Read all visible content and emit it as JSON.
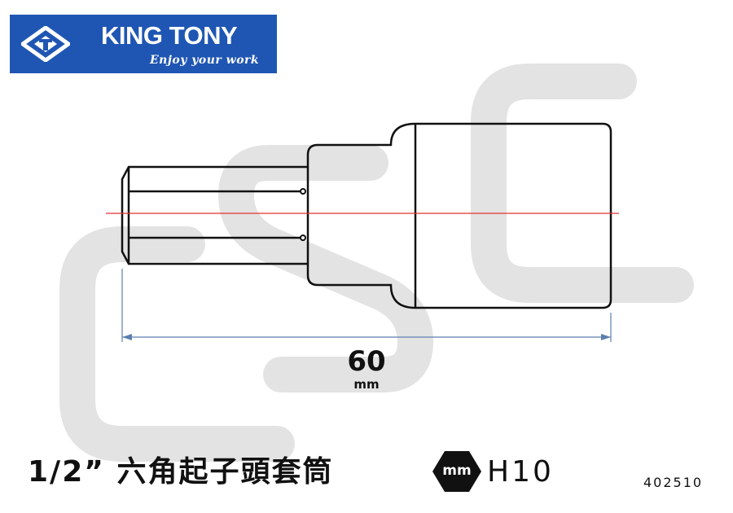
{
  "logo": {
    "brand": "KING TONY",
    "tagline": "Enjoy your work",
    "emblem_icon": "king-tony-emblem-icon",
    "background_color": "#1f56b3"
  },
  "watermark": {
    "text": "CSC",
    "color": "#e3e3e3"
  },
  "drawing": {
    "subject": "hex-bit-socket-outline",
    "line_color": "#111111",
    "centerline_color": "#e03030",
    "dimension_line_color": "#5b7fb0"
  },
  "dimension": {
    "value": "60",
    "unit": "mm"
  },
  "product": {
    "name": "1/2” 六角起子頭套筒",
    "unit_badge": "mm",
    "unit_badge_icon": "hexagon-icon",
    "size": "H10",
    "part_number": "402510"
  }
}
